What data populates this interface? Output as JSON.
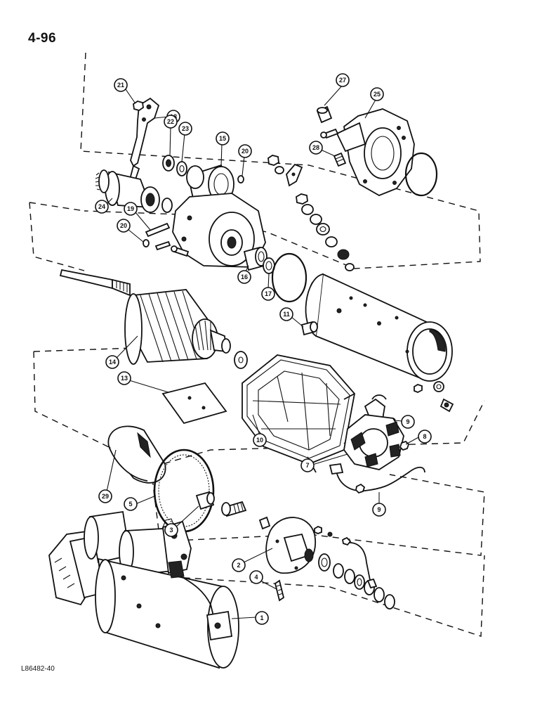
{
  "page_number": "4-96",
  "figure_code": "L86482-40",
  "callouts": [
    {
      "id": "c21",
      "label": "21"
    },
    {
      "id": "c18",
      "label": "18"
    },
    {
      "id": "c22",
      "label": "22"
    },
    {
      "id": "c23",
      "label": "23"
    },
    {
      "id": "c15",
      "label": "15"
    },
    {
      "id": "c20a",
      "label": "20"
    },
    {
      "id": "c27",
      "label": "27"
    },
    {
      "id": "c25",
      "label": "25"
    },
    {
      "id": "c28",
      "label": "28"
    },
    {
      "id": "c24",
      "label": "24"
    },
    {
      "id": "c19",
      "label": "19"
    },
    {
      "id": "c20b",
      "label": "20"
    },
    {
      "id": "c16",
      "label": "16"
    },
    {
      "id": "c17",
      "label": "17"
    },
    {
      "id": "c11",
      "label": "11"
    },
    {
      "id": "c14",
      "label": "14"
    },
    {
      "id": "c13",
      "label": "13"
    },
    {
      "id": "c10",
      "label": "10"
    },
    {
      "id": "c9a",
      "label": "9"
    },
    {
      "id": "c8",
      "label": "8"
    },
    {
      "id": "c7",
      "label": "7"
    },
    {
      "id": "c9b",
      "label": "9"
    },
    {
      "id": "c29",
      "label": "29"
    },
    {
      "id": "c5",
      "label": "5"
    },
    {
      "id": "c3",
      "label": "3"
    },
    {
      "id": "c2",
      "label": "2"
    },
    {
      "id": "c4",
      "label": "4"
    },
    {
      "id": "c1",
      "label": "1"
    }
  ]
}
